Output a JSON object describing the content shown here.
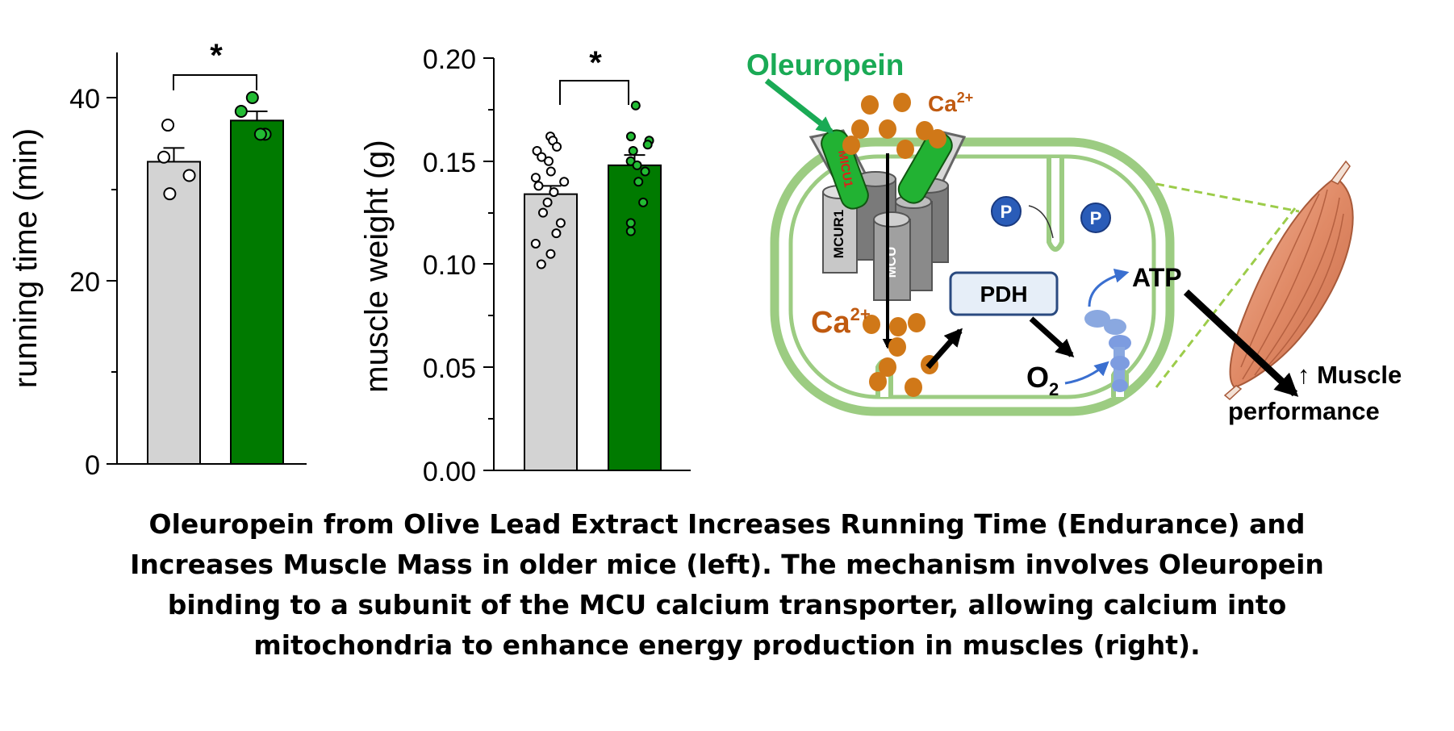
{
  "chart_data": [
    {
      "type": "bar",
      "ylabel": "running time (min)",
      "ylim": [
        0,
        45
      ],
      "yticks_major": [
        "0",
        "20",
        "40"
      ],
      "categories": [
        "",
        ""
      ],
      "values": [
        33,
        37.5
      ],
      "errors": [
        1.5,
        1.0
      ],
      "points": [
        [
          37,
          33.5,
          31.5,
          29.5
        ],
        [
          40,
          38.5,
          36,
          36
        ]
      ],
      "bar_colors": [
        "#d3d3d3",
        "#007a00"
      ],
      "point_fill": [
        "#ffffff",
        "#22bb33"
      ],
      "significance": "*"
    },
    {
      "type": "bar",
      "ylabel": "muscle weight (g)",
      "ylim": [
        0,
        0.2
      ],
      "yticks_major": [
        "0.00",
        "0.05",
        "0.10",
        "0.15",
        "0.20"
      ],
      "categories": [
        "",
        ""
      ],
      "values": [
        0.134,
        0.148
      ],
      "errors": [
        0.004,
        0.005
      ],
      "points": [
        [
          0.162,
          0.16,
          0.155,
          0.152,
          0.15,
          0.145,
          0.142,
          0.14,
          0.135,
          0.13,
          0.125,
          0.12,
          0.115,
          0.11,
          0.105,
          0.1,
          0.157,
          0.138
        ],
        [
          0.177,
          0.162,
          0.16,
          0.155,
          0.15,
          0.148,
          0.14,
          0.13,
          0.12,
          0.116,
          0.158,
          0.145
        ]
      ],
      "bar_colors": [
        "#d3d3d3",
        "#007a00"
      ],
      "point_fill": [
        "#ffffff",
        "#22bb33"
      ],
      "significance": "*"
    }
  ],
  "diagram": {
    "oleuropein_label": "Oleuropein",
    "ca_top_base": "Ca",
    "ca_top_sup": "2+",
    "ca_mid_base": "Ca",
    "ca_mid_sup": "2+",
    "micu1_label": "MICU1",
    "mcur1_label": "MCUR1",
    "mcu_label": "MCU",
    "pdh_label": "PDH",
    "atp_label": "ATP",
    "o2_base": "O",
    "o2_sub": "2",
    "p_label_1": "P",
    "p_label_2": "P",
    "muscle_line1": "↑ Muscle",
    "muscle_line2": "performance",
    "colors": {
      "membrane": "#9ccc82",
      "oleuropein": "#1aaa55",
      "calcium": "#d07818",
      "calcium_text": "#c05a10",
      "channel": "#9a9a9a",
      "phosphate": "#2a5cb8",
      "pdh_fill": "#e6eef8",
      "atp_synthase": "#8aa8e0",
      "muscle": "#e09070"
    }
  },
  "caption": {
    "line1": "Oleuropein from Olive Lead Extract Increases Running Time (Endurance) and",
    "line2": "Increases Muscle Mass in older mice (left). The mechanism involves Oleuropein",
    "line3": "binding to a subunit of the MCU calcium transporter, allowing calcium into",
    "line4": "mitochondria to enhance energy production in muscles (right)."
  }
}
